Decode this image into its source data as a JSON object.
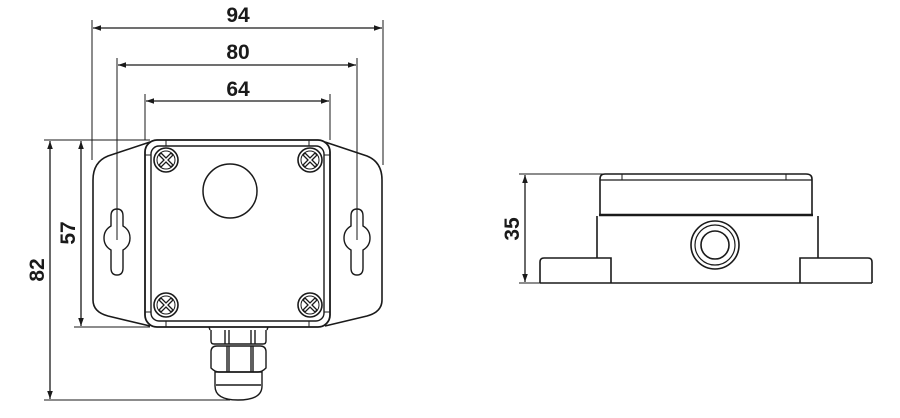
{
  "drawing": {
    "type": "dimensioned enclosure drawing",
    "units": "mm",
    "colors": {
      "line": "#1a1a1a",
      "background": "#ffffff"
    }
  },
  "front_view": {
    "dimensions": {
      "overall_width": "94",
      "mounting_hole_spacing": "80",
      "box_width": "64",
      "overall_height_with_gland": "82",
      "box_height": "57"
    },
    "features": [
      "mounting-flange-left",
      "mounting-flange-right",
      "keyhole-slot-left",
      "keyhole-slot-right",
      "lid-screw-top-left",
      "lid-screw-top-right",
      "lid-screw-bottom-left",
      "lid-screw-bottom-right",
      "sensor-window",
      "cable-gland"
    ]
  },
  "side_view": {
    "dimensions": {
      "height": "35"
    },
    "features": [
      "lid",
      "body",
      "foot-left",
      "foot-right",
      "cable-port"
    ]
  }
}
